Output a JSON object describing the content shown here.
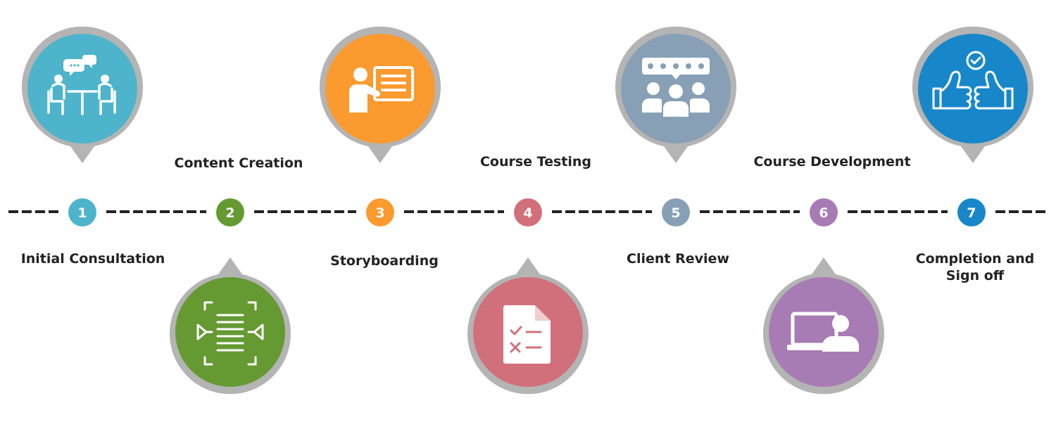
{
  "steps": [
    {
      "number": "1",
      "label": "Initial Consultation",
      "color": "#4db4cb",
      "icon": "consultation-icon"
    },
    {
      "number": "2",
      "label": "Content Creation",
      "color": "#659a33",
      "icon": "document-scan-icon"
    },
    {
      "number": "3",
      "label": "Storyboarding",
      "color": "#fa9a2f",
      "icon": "presenter-board-icon"
    },
    {
      "number": "4",
      "label": "Course Testing",
      "color": "#d1707a",
      "icon": "checklist-document-icon"
    },
    {
      "number": "5",
      "label": "Client Review",
      "color": "#87a0b5",
      "icon": "rating-audience-icon"
    },
    {
      "number": "6",
      "label": "Course Development",
      "color": "#a77bb3",
      "icon": "computer-user-icon"
    },
    {
      "number": "7",
      "label": "Completion and Sign off",
      "color": "#1787c9",
      "icon": "thumbs-up-approval-icon"
    }
  ],
  "colors": {
    "pin_ring": "#b4b4b4",
    "line": "#222222",
    "text": "#222222"
  }
}
